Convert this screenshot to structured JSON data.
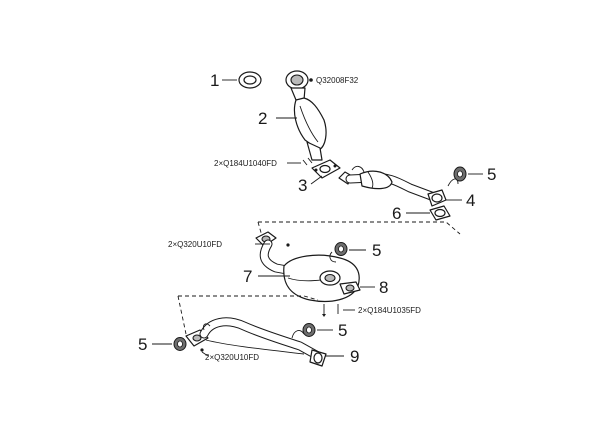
{
  "callouts": {
    "c1": "1",
    "c2": "2",
    "c3": "3",
    "c4": "4",
    "c5a": "5",
    "c6": "6",
    "c5b": "5",
    "c7": "7",
    "c8": "8",
    "c5c": "5",
    "c5d": "5",
    "c9": "9"
  },
  "fasteners": {
    "f_top": "Q32008F32",
    "f_2x_1040": "2×Q184U1040FD",
    "f_2x_320_upper": "2×Q320U10FD",
    "f_2x_1035": "2×Q184U1035FD",
    "f_2x_320_lower": "2×Q320U10FD"
  }
}
